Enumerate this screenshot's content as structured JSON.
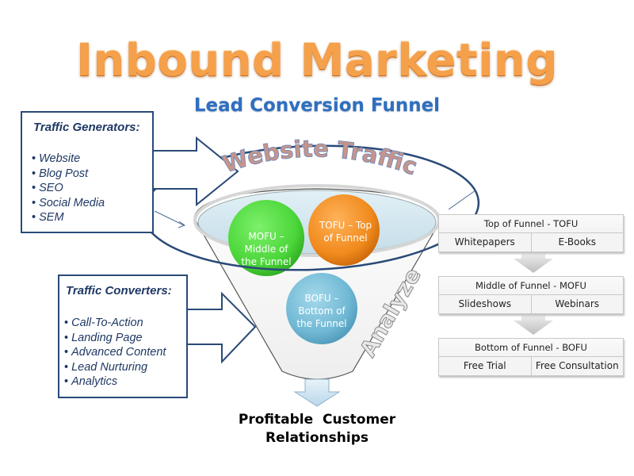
{
  "title": "Inbound Marketing",
  "subtitle": "Lead Conversion Funnel",
  "traffic_generators": {
    "heading": "Traffic Generators:",
    "items": [
      "Website",
      "Blog Post",
      "SEO",
      "Social Media",
      "SEM"
    ]
  },
  "traffic_converters": {
    "heading": "Traffic Converters:",
    "items": [
      "Call-To-Action",
      "Landing Page",
      "Advanced Content",
      "Lead Nurturing",
      "Analytics"
    ]
  },
  "funnel": {
    "rim_label": "Website Traffic",
    "side_label": "Analyze",
    "circles": {
      "tofu": {
        "line1": "TOFU – Top",
        "line2": "of Funnel",
        "color": "#f08a1c"
      },
      "mofu": {
        "line1": "MOFU –",
        "line2": "Middle of",
        "line3": "the Funnel",
        "color": "#4cd63a"
      },
      "bofu": {
        "line1": "BOFU –",
        "line2": "Bottom of",
        "line3": "the Funnel",
        "color": "#6fb8d4"
      }
    }
  },
  "stages": [
    {
      "heading": "Top of Funnel - TOFU",
      "items": [
        "Whitepapers",
        "E-Books"
      ]
    },
    {
      "heading": "Middle of Funnel - MOFU",
      "items": [
        "Slideshows",
        "Webinars"
      ]
    },
    {
      "heading": "Bottom of Funnel - BOFU",
      "items": [
        "Free Trial",
        "Free Consultation"
      ]
    }
  ],
  "outcome": {
    "line1": "Profitable  Customer",
    "line2": "Relationships"
  },
  "colors": {
    "title": "#f5a04a",
    "subtitle": "#2f6fbf",
    "box_border": "#2a4a78",
    "box_text": "#1f3864"
  }
}
